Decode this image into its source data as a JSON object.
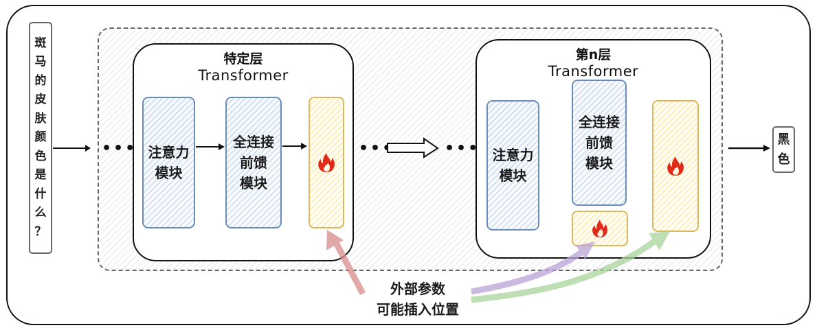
{
  "input": {
    "question_chars": [
      "斑",
      "马",
      "的",
      "皮",
      "肤",
      "颜",
      "色",
      "是",
      "什",
      "么",
      "？"
    ]
  },
  "output": {
    "answer_chars": [
      "黑",
      "色"
    ]
  },
  "ellipsis": "•••",
  "layers": [
    {
      "title": "特定层",
      "subtitle": "Transformer",
      "attention_module": [
        "注意力",
        "模块"
      ],
      "ffn_module": [
        "全连接",
        "前馈",
        "模块"
      ],
      "adapter_icon": "fire-icon"
    },
    {
      "title": "第n层",
      "subtitle": "Transformer",
      "attention_module": [
        "注意力",
        "模块"
      ],
      "ffn_module": [
        "全连接",
        "前馈",
        "模块"
      ],
      "adapter_icon": "fire-icon",
      "inner_adapter_icon": "fire-icon"
    }
  ],
  "caption": {
    "line1": "外部参数",
    "line2": "可能插入位置"
  },
  "colors": {
    "blue_module_border": "#6b8cba",
    "yellow_module_border": "#d9b860",
    "fire": "#e02b1b",
    "arrow_red": "#d98b8b",
    "arrow_purple": "#b9a3d6",
    "arrow_green": "#a9d39a"
  }
}
